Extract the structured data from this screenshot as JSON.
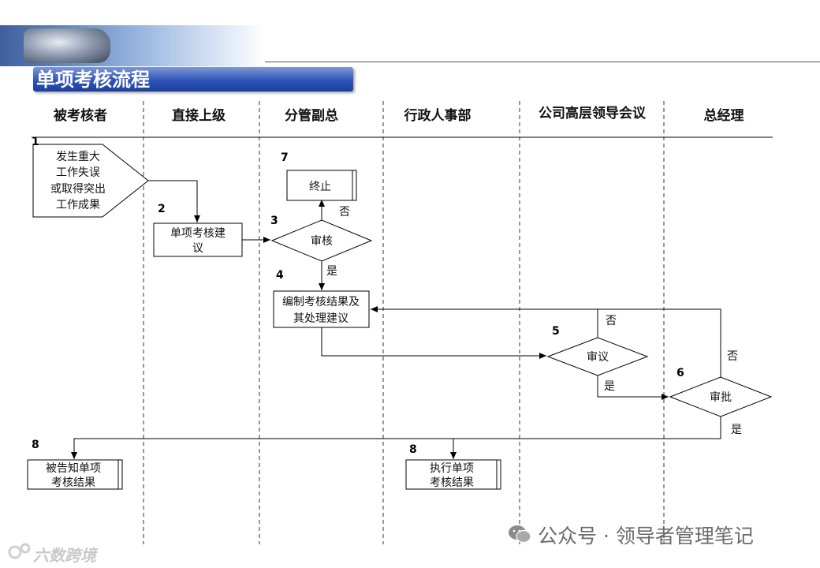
{
  "title": "单项考核流程",
  "lanes": [
    "被考核者",
    "直接上级",
    "分管副总",
    "行政人事部",
    "公司高层领导会议",
    "总经理"
  ],
  "steps": {
    "s1_num": "1",
    "s1_l1": "发生重大",
    "s1_l2": "工作失误",
    "s1_l3": "或取得突出",
    "s1_l4": "工作成果",
    "s2_num": "2",
    "s2_l1": "单项考核建",
    "s2_l2": "议",
    "s3_num": "3",
    "s3_label": "审核",
    "s4_num": "4",
    "s4_l1": "编制考核结果及",
    "s4_l2": "其处理建议",
    "s5_num": "5",
    "s5_label": "审议",
    "s6_num": "6",
    "s6_label": "审批",
    "s7_num": "7",
    "s7_label": "终止",
    "s8a_num": "8",
    "s8a_l1": "被告知单项",
    "s8a_l2": "考核结果",
    "s8b_num": "8",
    "s8b_l1": "执行单项",
    "s8b_l2": "考核结果"
  },
  "branch": {
    "no": "否",
    "yes": "是"
  },
  "watermark": {
    "text": "公众号 · 领导者管理笔记",
    "logo_text": "六数跨境"
  },
  "colors": {
    "title_blue": "#2f55b8",
    "line": "#000000"
  }
}
